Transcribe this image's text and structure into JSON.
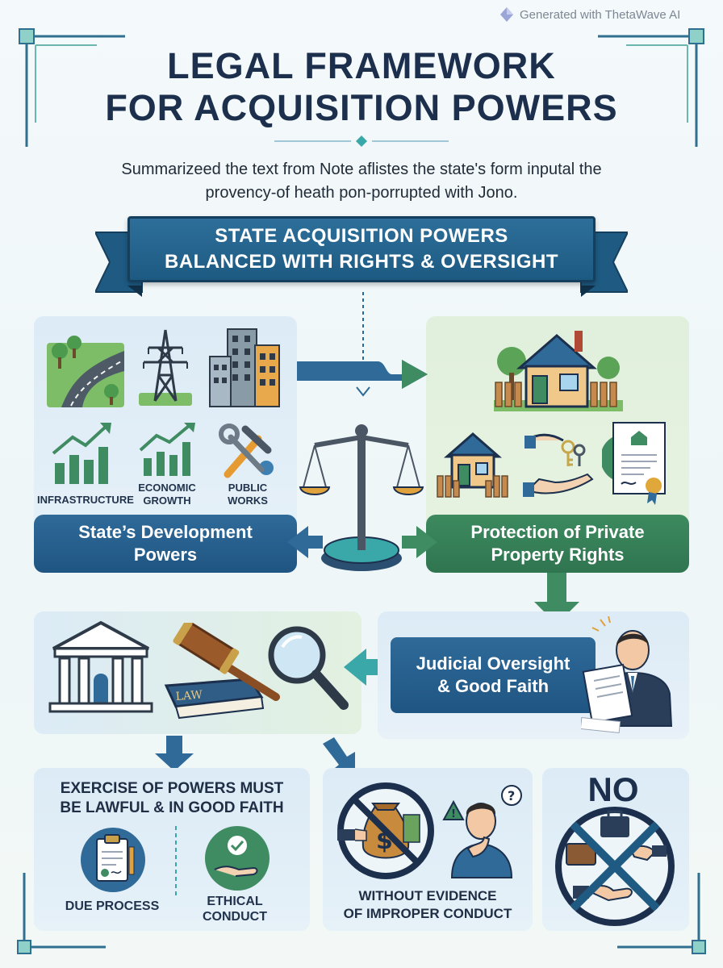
{
  "watermark": "Generated with ThetaWave AI",
  "title": {
    "line1": "LEGAL FRAMEWORK",
    "line2": "FOR ACQUISITION POWERS"
  },
  "subtitle": {
    "line1": "Summarizeed the text from Note aflistes the state's form inputal the",
    "line2": "provency-of heath pon-porrupted with Jono."
  },
  "banner": {
    "line1": "STATE ACQUISITION POWERS",
    "line2": "BALANCED WITH RIGHTS & OVERSIGHT"
  },
  "state_panel": {
    "icons": [
      "road-icon",
      "power-pylon-icon",
      "buildings-icon"
    ],
    "items": [
      {
        "label": "INFRASTRUCTURE",
        "icon": "bar-chart-up-icon"
      },
      {
        "label": "ECONOMIC GROWTH",
        "icon": "growth-chart-icon"
      },
      {
        "label": "PUBLIC WORKS",
        "icon": "hammer-wrench-icon"
      }
    ],
    "caption_line1": "State’s Development",
    "caption_line2": "Powers"
  },
  "scale": {
    "icon": "balance-scale-icon"
  },
  "property_panel": {
    "icons": [
      "house-icon",
      "small-house-icon",
      "key-handover-icon",
      "deed-certificate-icon"
    ],
    "caption_line1": "Protection of Private",
    "caption_line2": "Property Rights"
  },
  "legal_panel": {
    "icons": [
      "courthouse-icon",
      "gavel-icon",
      "law-book-icon",
      "magnifier-icon"
    ],
    "book_text": "LAW"
  },
  "judicial_panel": {
    "caption_line1": "Judicial Oversight",
    "caption_line2": "& Good Faith",
    "icon": "official-reading-icon"
  },
  "lawful_panel": {
    "heading_line1": "EXERCISE OF POWERS MUST",
    "heading_line2": "BE LAWFUL & IN GOOD FAITH",
    "items": [
      {
        "label_line1": "DUE PROCESS",
        "label_line2": "",
        "icon": "clipboard-icon"
      },
      {
        "label_line1": "ETHICAL",
        "label_line2": "CONDUCT",
        "icon": "hand-check-icon"
      }
    ]
  },
  "evidence_panel": {
    "caption_line1": "WITHOUT EVIDENCE",
    "caption_line2": "OF IMPROPER CONDUCT",
    "icons": [
      "no-bribery-icon",
      "thinking-person-icon"
    ],
    "question_mark": "?",
    "warning_mark": "!"
  },
  "no_panel": {
    "label": "NO",
    "icon": "no-corrupt-deal-icon"
  },
  "colors": {
    "navy": "#1c2f4d",
    "blue": "#2a6a96",
    "green": "#3f8b62",
    "teal": "#3aa7a8"
  }
}
